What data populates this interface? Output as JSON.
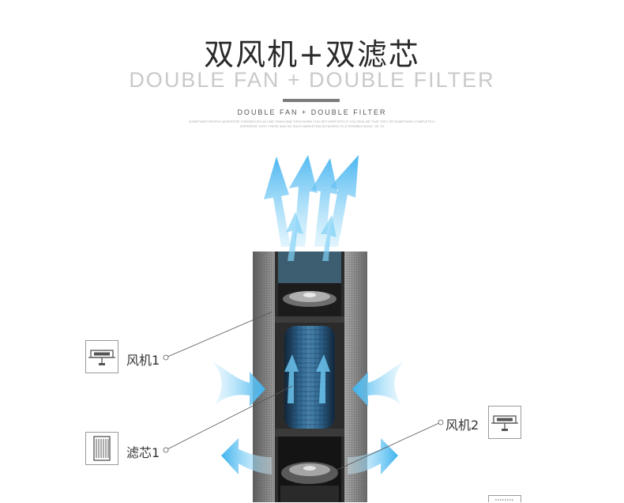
{
  "header": {
    "title_cn": "双风机+双滤芯",
    "title_en": "DOUBLE FAN + DOUBLE FILTER",
    "subtitle": "DOUBLE FAN + DOUBLE FILTER",
    "fine_print_line1": "SOMETIMES PEOPLE ADVERTISE THEMSELVES AS ONE THING AND THEN WHEN YOU GET DEEP INTO IT YOU REALIZE THAT THEY RE SOMETHING COMPLETELY",
    "fine_print_line2": "DIFFERENT. WITH THESE WAS NO SUCH MARKETING ATTACHED TO A TERRIBLE BOOK. OK TH"
  },
  "callouts": {
    "fan1": {
      "label": "风机1",
      "icon": "fan-icon"
    },
    "filter1": {
      "label": "滤芯1",
      "icon": "filter-icon"
    },
    "fan2": {
      "label": "风机2",
      "icon": "fan-icon"
    }
  },
  "colors": {
    "arrow": "#5cc4f0",
    "device_body": "#8a8a8a",
    "filter": "#2e5f86"
  }
}
